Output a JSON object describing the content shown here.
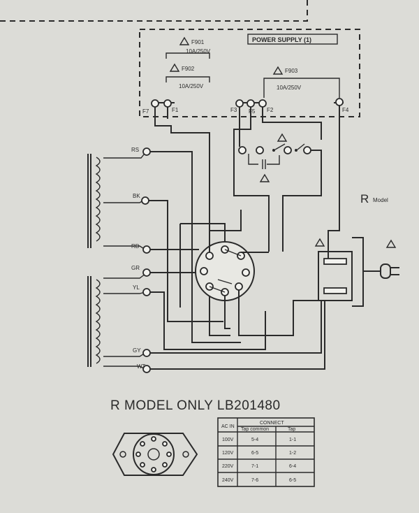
{
  "diagram": {
    "box_title": "POWER SUPPLY (1)",
    "fuses": [
      {
        "name": "F901",
        "rating": "10A/250V"
      },
      {
        "name": "F902",
        "rating": "10A/250V"
      },
      {
        "name": "F903",
        "rating": "10A/250V"
      }
    ],
    "fuse_terminals": [
      "F7",
      "F1",
      "F3",
      "F5",
      "F2",
      "F4"
    ],
    "transformer_taps": [
      "RS",
      "BK",
      "RD",
      "GR",
      "YL",
      "GY",
      "WT"
    ],
    "r_model_label": "R",
    "r_model_suffix": "Model",
    "section_title": "R MODEL ONLY  LB201480",
    "table": {
      "headers": [
        "AC IN",
        "CONNECT",
        "Tap common",
        "Tap"
      ],
      "rows": [
        [
          "100V",
          "5-4",
          "1-1"
        ],
        [
          "120V",
          "6-5",
          "1-2"
        ],
        [
          "220V",
          "7-1",
          "6-4"
        ],
        [
          "240V",
          "7-6",
          "6-5"
        ]
      ]
    }
  }
}
